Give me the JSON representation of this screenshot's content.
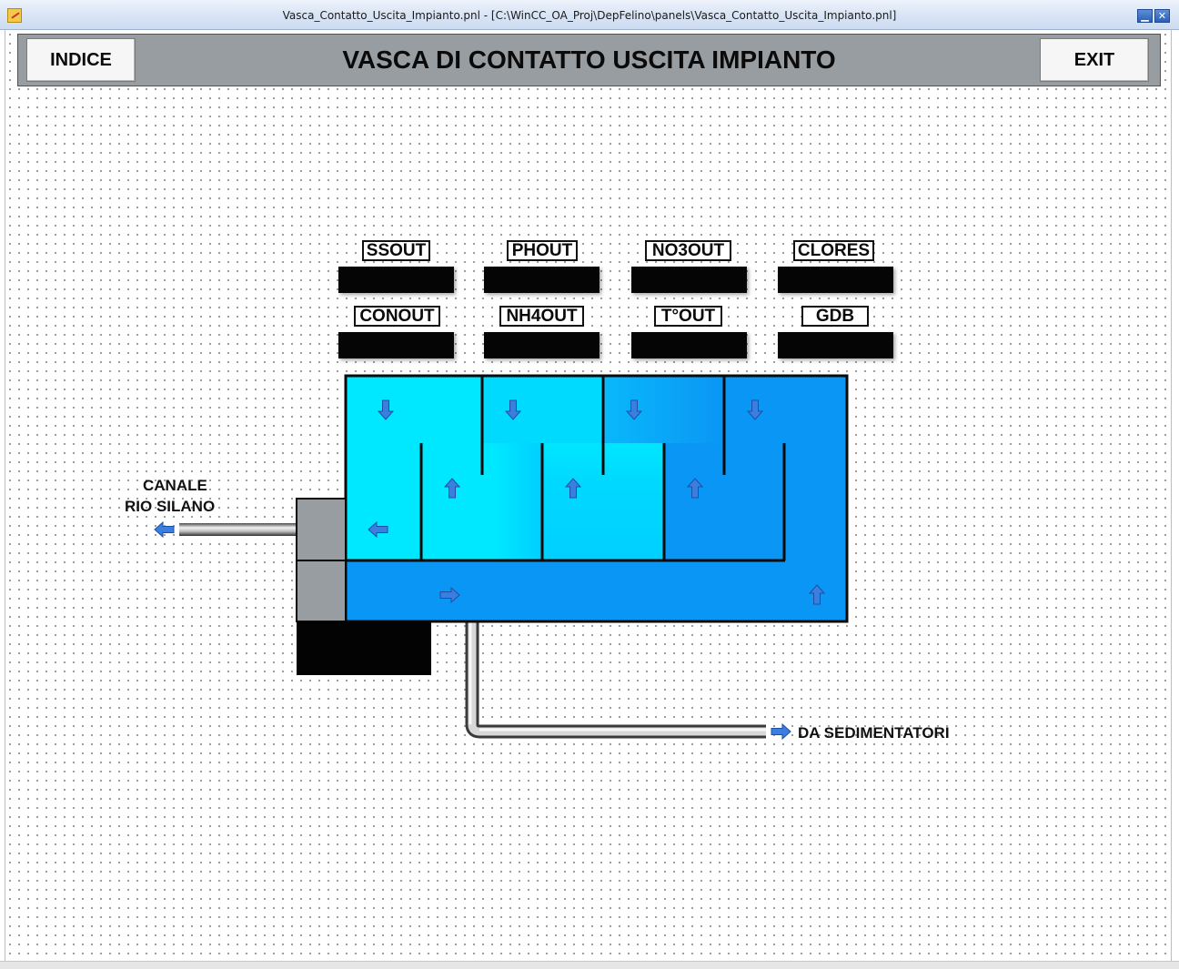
{
  "window": {
    "title": "Vasca_Contatto_Uscita_Impianto.pnl - [C:\\WinCC_OA_Proj\\DepFelino\\panels\\Vasca_Contatto_Uscita_Impianto.pnl]",
    "minimize_symbol": "▁",
    "close_symbol": "✕"
  },
  "header": {
    "title": "VASCA DI CONTATTO USCITA IMPIANTO",
    "indice_label": "INDICE",
    "exit_label": "EXIT"
  },
  "measurements": [
    {
      "label": "SSOUT",
      "value": ""
    },
    {
      "label": "PHOUT",
      "value": ""
    },
    {
      "label": "NO3OUT",
      "value": ""
    },
    {
      "label": "CLORES",
      "value": ""
    },
    {
      "label": "CONOUT",
      "value": ""
    },
    {
      "label": "NH4OUT",
      "value": ""
    },
    {
      "label": "T°OUT",
      "value": ""
    },
    {
      "label": "GDB",
      "value": ""
    }
  ],
  "plant": {
    "outlet_label_line1": "CANALE",
    "outlet_label_line2": "RIO SILANO",
    "inlet_label": "DA SEDIMENTATORI"
  },
  "colors": {
    "header_bg": "#979da0",
    "water_light": "#00e5ff",
    "water_dark": "#0a96f5",
    "arrow_blue": "#3a7fe0"
  },
  "icons": {
    "flow_arrow": "arrow-icon"
  }
}
